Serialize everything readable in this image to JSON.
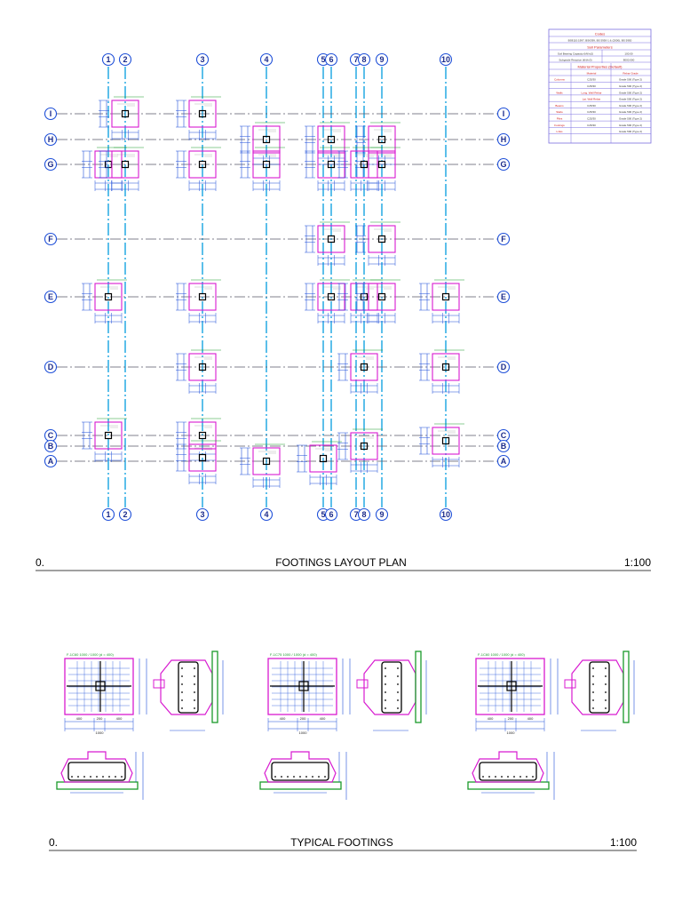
{
  "plan": {
    "num_label": "0.",
    "title": "FOOTINGS LAYOUT PLAN",
    "scale": "1:100",
    "gridlines_vertical": [
      "1",
      "2",
      "3",
      "4",
      "5",
      "6",
      "7",
      "8",
      "9",
      "10"
    ],
    "gridlines_horizontal": [
      "I",
      "H",
      "G",
      "F",
      "E",
      "D",
      "C",
      "B",
      "A"
    ]
  },
  "typical": {
    "num_label": "0.",
    "title": "TYPICAL FOOTINGS",
    "scale": "1:100",
    "details": [
      {
        "label": "F-1C60  1000 / 1000  (d = 400)",
        "dims": [
          "400",
          "200",
          "400"
        ],
        "total": "1000"
      },
      {
        "label": "F-1C75  1000 / 1000  (d = 400)",
        "dims": [
          "400",
          "200",
          "400"
        ],
        "total": "1000"
      },
      {
        "label": "F-1C60  1000 / 1000  (d = 400)",
        "dims": [
          "400",
          "200",
          "400"
        ],
        "total": "1000"
      }
    ]
  },
  "legend": {
    "codes_title": "Codes",
    "codes_text": "BS8110:1997, BS6399, BS 5950-1 & (2000), BS 5950",
    "soil_title": "Soil Parameters",
    "soil_rows": [
      {
        "label": "Soil Bearing Capacity (kN/m2)",
        "value": "100.00"
      },
      {
        "label": "Subgrade Reaction (kN/m3)",
        "value": "8000.000"
      }
    ],
    "material_title": "Material Properties (Default)",
    "material_headers": [
      "",
      "Material",
      "Rebar Grade"
    ],
    "material_rows": [
      {
        "group": "Columns",
        "sub": "",
        "material": "C25/30",
        "rebar": "Grade 500 (Type 2)"
      },
      {
        "group": "",
        "sub": "",
        "material": "C25/30",
        "rebar": "Grade 500 (Type 2)"
      },
      {
        "group": "Walls",
        "sub": "Long. Wall Rebar",
        "material": "C25/30",
        "rebar": "Grade 500 (Type 2)"
      },
      {
        "group": "",
        "sub": "Lat. Wall Rebar",
        "material": "C25/30",
        "rebar": "Grade 500 (Type 2)"
      },
      {
        "group": "Beams",
        "sub": "",
        "material": "C25/30",
        "rebar": "Grade 500 (Type 2)"
      },
      {
        "group": "Slabs",
        "sub": "",
        "material": "C25/30",
        "rebar": "Grade 500 (Type 2)"
      },
      {
        "group": "Piles",
        "sub": "",
        "material": "C25/30",
        "rebar": "Grade 500 (Type 2)"
      },
      {
        "group": "Footings",
        "sub": "",
        "material": "C25/30",
        "rebar": "Grade 500 (Type 2)"
      },
      {
        "group": "Links",
        "sub": "",
        "material": "",
        "rebar": "Grade 500 (Type 2)"
      }
    ]
  }
}
